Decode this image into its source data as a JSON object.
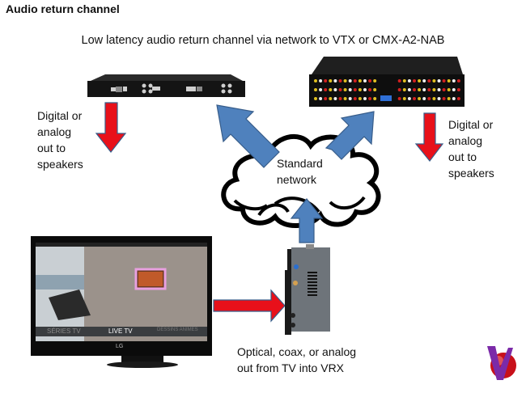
{
  "title": "Audio return channel",
  "subtitle": "Low latency audio return channel via network to VTX or CMX-A2-NAB",
  "labels": {
    "left_output": [
      "Digital or",
      "analog",
      "out to",
      "speakers"
    ],
    "right_output": [
      "Digital or",
      "analog",
      "out to",
      "speakers"
    ],
    "network": [
      "Standard",
      "network"
    ],
    "tv_out": [
      "Optical, coax, or analog",
      "out from TV into VRX"
    ]
  },
  "tv_screen": {
    "menu_left": "SÉRIES TV",
    "menu_center": "LIVE TV",
    "menu_right": "DESSINS ANIMÉS",
    "brand": "LG"
  },
  "colors": {
    "red_arrow": "#e8101a",
    "blue_arrow": "#4f81bd",
    "arrow_outline": "#385d8a"
  }
}
